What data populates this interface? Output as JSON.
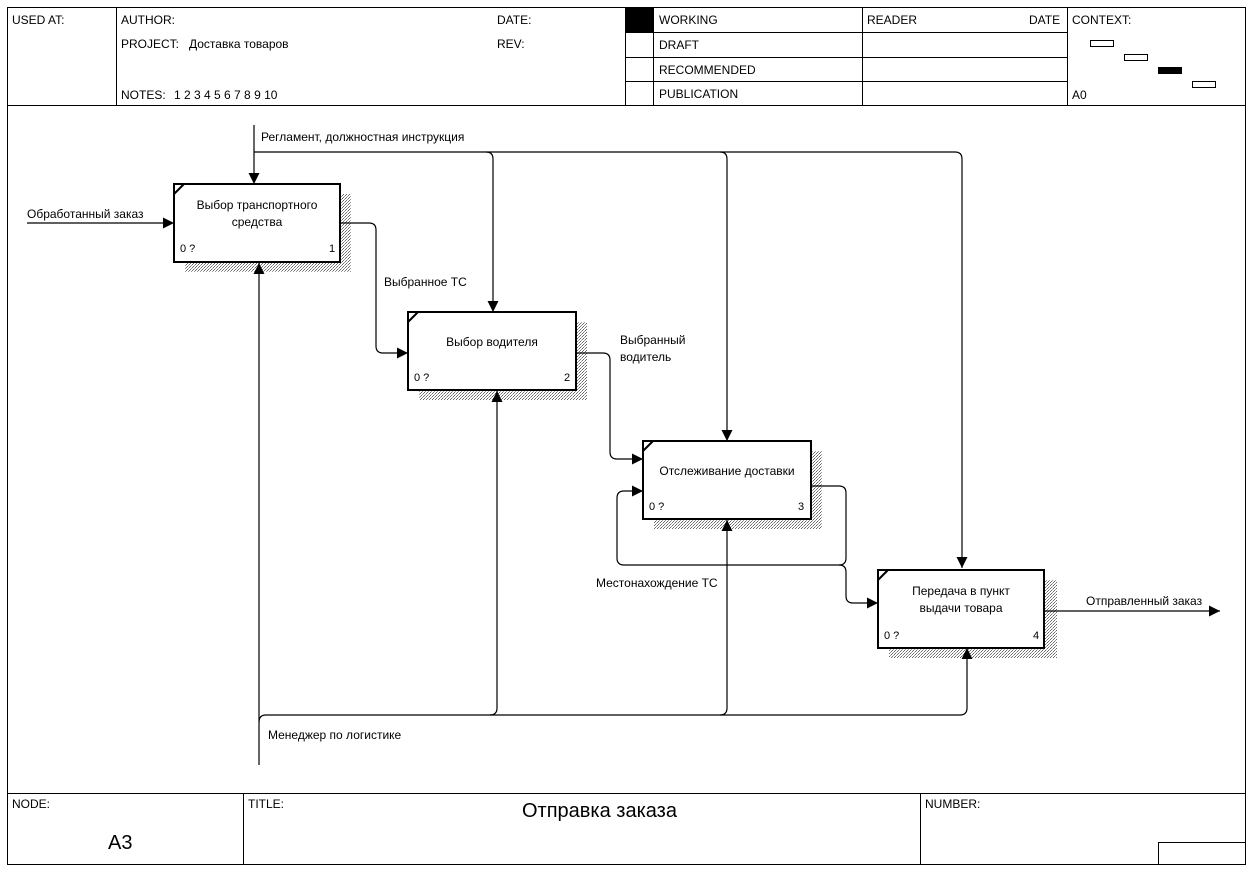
{
  "header": {
    "used_at_label": "USED AT:",
    "author_label": "AUTHOR:",
    "project_label": "PROJECT:",
    "project_value": "Доставка товаров",
    "date_label": "DATE:",
    "rev_label": "REV:",
    "notes_label": "NOTES:",
    "notes_value": "1  2  3  4  5  6  7  8  9  10",
    "status": [
      "WORKING",
      "DRAFT",
      "RECOMMENDED",
      "PUBLICATION"
    ],
    "reader_label": "READER",
    "reader_date_label": "DATE",
    "context_label": "CONTEXT:",
    "context_node": "A0"
  },
  "boxes": [
    {
      "lines": [
        "Выбор транспортного",
        "средства"
      ],
      "cost": "0 ?",
      "number": "1"
    },
    {
      "lines": [
        "Выбор водителя"
      ],
      "cost": "0 ?",
      "number": "2"
    },
    {
      "lines": [
        "Отслеживание доставки"
      ],
      "cost": "0 ?",
      "number": "3"
    },
    {
      "lines": [
        "Передача в пункт",
        "выдачи товара"
      ],
      "cost": "0 ?",
      "number": "4"
    }
  ],
  "arrows": {
    "control": "Регламент, должностная инструкция",
    "input": "Обработанный заказ",
    "vehicle": "Выбранное ТС",
    "driver": [
      "Выбранный",
      "водитель"
    ],
    "location": "Местонахождение ТС",
    "output": "Отправленный заказ",
    "mechanism": "Менеджер по логистике"
  },
  "footer": {
    "node_label": "NODE:",
    "node_value": "A3",
    "title_label": "TITLE:",
    "title_value": "Отправка заказа",
    "number_label": "NUMBER:"
  },
  "colors": {
    "line": "#000000",
    "shadow": "#9a9a9a",
    "status_active": "#000000"
  }
}
